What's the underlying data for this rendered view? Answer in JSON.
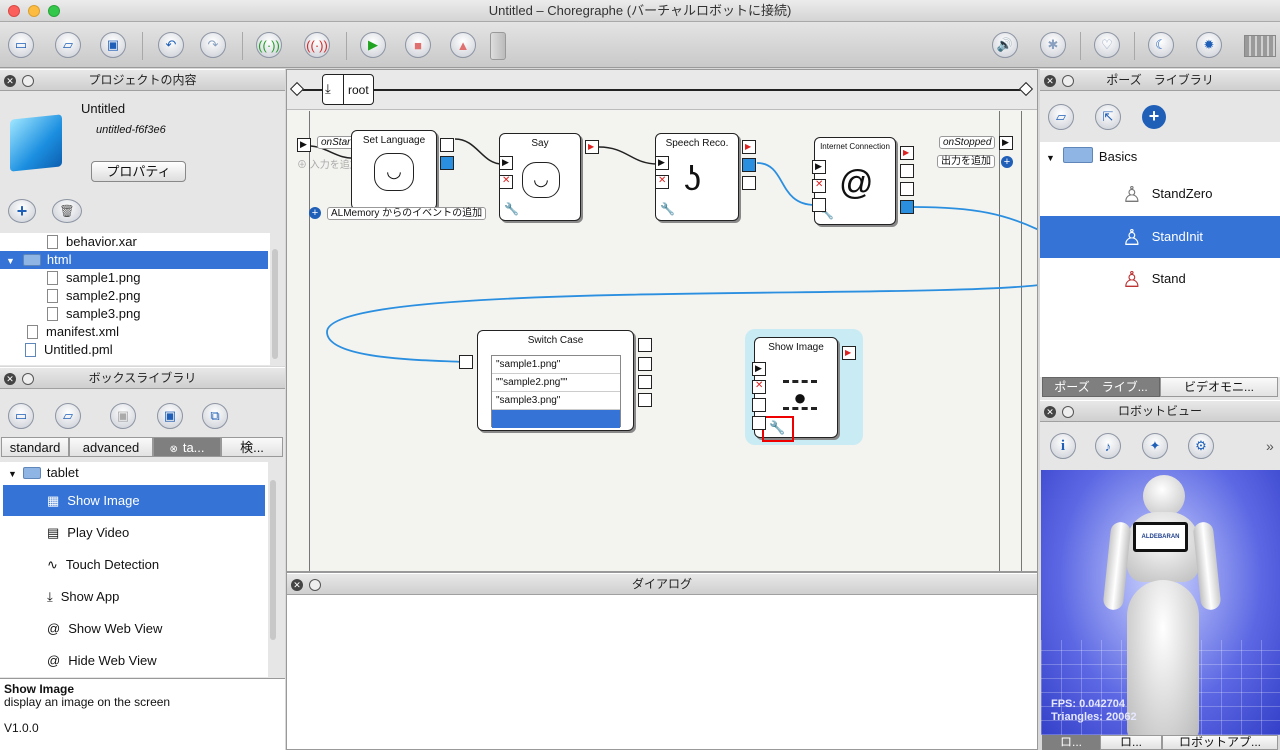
{
  "window": {
    "title": "Untitled – Choregraphe (バーチャルロボットに接続)"
  },
  "colors": {
    "accent": "#3574d6",
    "link_line": "#2b8fe0"
  },
  "toolbar": {
    "icons": [
      "new-window-icon",
      "open-folder-icon",
      "save-icon",
      "undo-icon",
      "redo-icon",
      "connect-icon",
      "disconnect-icon",
      "play-icon",
      "stop-icon",
      "debug-icon",
      "slider-icon",
      "volume-icon",
      "stiffness-icon",
      "heart-icon",
      "sleep-icon",
      "gear-icon",
      "battery-icon"
    ]
  },
  "project_panel": {
    "title": "プロジェクトの内容",
    "project_name": "Untitled",
    "project_id": "untitled-f6f3e6",
    "properties_button": "プロパティ",
    "files": [
      {
        "label": "behavior.xar",
        "type": "file"
      },
      {
        "label": "html",
        "type": "folder"
      },
      {
        "label": "sample1.png",
        "type": "image"
      },
      {
        "label": "sample2.png",
        "type": "image"
      },
      {
        "label": "sample3.png",
        "type": "image"
      },
      {
        "label": "manifest.xml",
        "type": "file"
      },
      {
        "label": "Untitled.pml",
        "type": "pml"
      }
    ]
  },
  "box_library": {
    "title": "ボックスライブラリ",
    "tabs": [
      "standard",
      "advanced",
      "ta...",
      "検..."
    ],
    "folder": "tablet",
    "items": [
      "Show Image",
      "Play Video",
      "Touch Detection",
      "Show App",
      "Show Web View",
      "Hide Web View"
    ],
    "selected": "Show Image",
    "description": {
      "name": "Show Image",
      "text": "display an image on the screen",
      "version": "V1.0.0"
    }
  },
  "canvas": {
    "breadcrumb": "root",
    "input_label": "onStart",
    "add_input": "入力を追加",
    "output_label": "onStopped",
    "add_output": "出力を追加",
    "almemory_label": "ALMemory からのイベントの追加",
    "boxes": {
      "set_language": "Set Language",
      "say": "Say",
      "speech": "Speech Reco.",
      "internet": "Internet Connection",
      "switch_case": "Switch Case",
      "show_image": "Show Image"
    },
    "switch_cases": [
      "\"sample1.png\"",
      "\"\"sample2.png\"\"",
      "\"sample3.png\"",
      ""
    ]
  },
  "dialog_panel": {
    "title": "ダイアログ"
  },
  "pose_library": {
    "title": "ポーズ　ライブラリ",
    "folder": "Basics",
    "poses": [
      "StandZero",
      "StandInit",
      "Stand"
    ],
    "selected": "StandInit",
    "tabs": [
      "ポーズ　ライブ...",
      "ビデオモニ..."
    ]
  },
  "robot_view": {
    "title": "ロボットビュー",
    "fps": "FPS: 0.042704",
    "triangles": "Triangles: 20062",
    "screen_logo": "ALDEBARAN",
    "tabs": [
      "ロ...",
      "ロ...",
      "ロボットアプ..."
    ]
  }
}
